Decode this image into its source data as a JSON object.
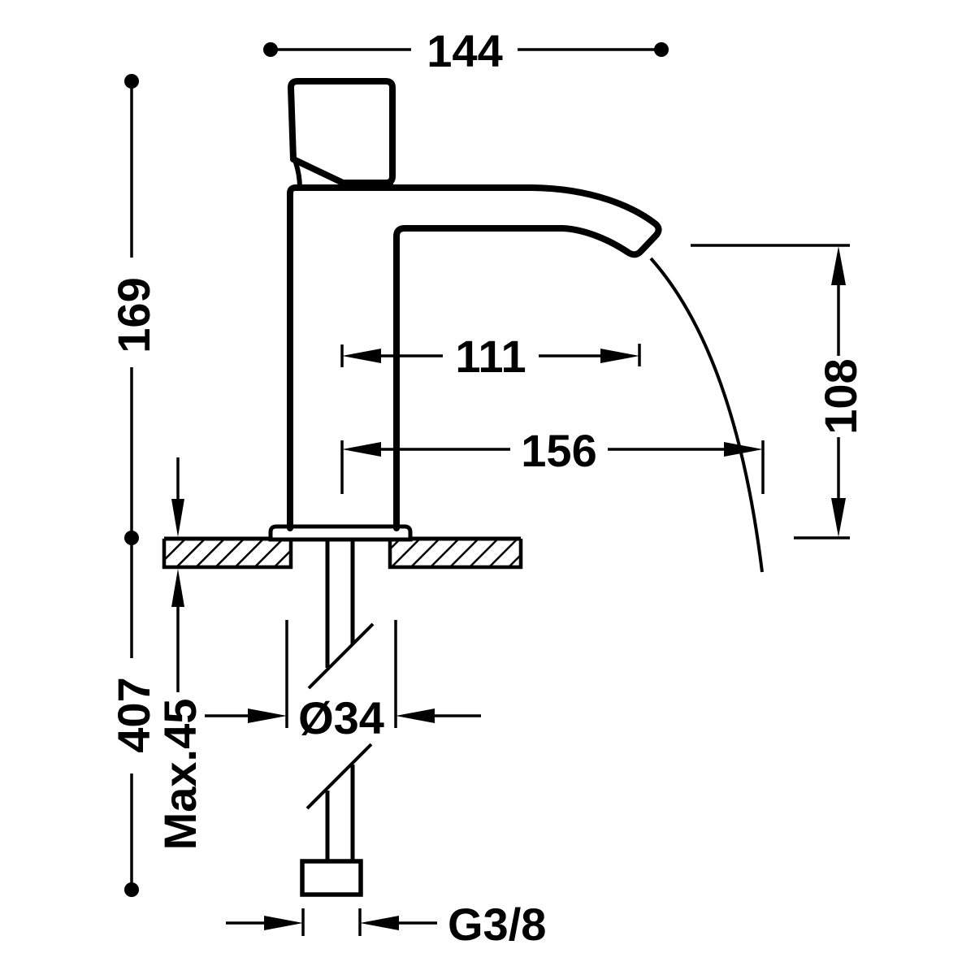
{
  "drawing": {
    "type": "technical-dimension-drawing",
    "subject": "single-lever basin faucet with cascade spout, side view with under-counter supply pipe",
    "colors": {
      "line": "#000000",
      "background": "#ffffff"
    },
    "labels": {
      "overall_width": "144",
      "height_above_counter": "169",
      "spout_reach": "111",
      "stream_reach": "156",
      "outlet_height": "108",
      "total_height": "407",
      "max_counter_thickness": "Max.45",
      "body_diameter": "Ø34",
      "supply_thread": "G3/8"
    }
  }
}
